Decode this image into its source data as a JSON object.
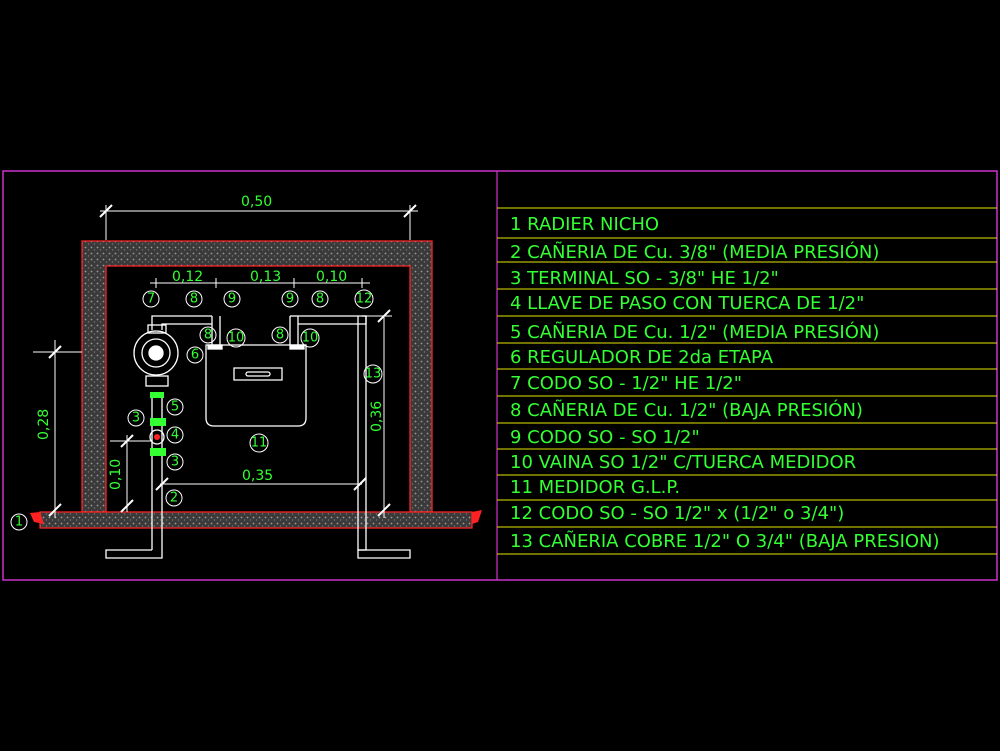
{
  "colors": {
    "background": "#000000",
    "frame": "#cc33cc",
    "table_lines": "#e6e600",
    "text": "#33ff33",
    "wall_outline": "#ff2222",
    "wall_fill": "#555555",
    "piping": "#ffffff"
  },
  "dimensions": {
    "overall_width": "0,50",
    "segment_1": "0,12",
    "segment_2": "0,13",
    "segment_3": "0,10",
    "height_left": "0,28",
    "height_right": "0,36",
    "height_low": "0,10",
    "bottom_width": "0,35"
  },
  "callouts": {
    "c1": "1",
    "c2": "2",
    "c3a": "3",
    "c3b": "3",
    "c4": "4",
    "c5": "5",
    "c6": "6",
    "c7": "7",
    "c8a": "8",
    "c8b": "8",
    "c8c": "8",
    "c8d": "8",
    "c9a": "9",
    "c9b": "9",
    "c10a": "10",
    "c10b": "10",
    "c11": "11",
    "c12": "12",
    "c13": "13"
  },
  "legend": {
    "items": [
      "1 RADIER NICHO",
      "2 CAÑERIA DE Cu. 3/8\" (MEDIA PRESIÓN)",
      "3 TERMINAL SO - 3/8\" HE 1/2\"",
      "4 LLAVE DE PASO CON TUERCA DE 1/2\"",
      "5 CAÑERIA DE Cu. 1/2\" (MEDIA PRESIÓN)",
      "6 REGULADOR DE 2da ETAPA",
      "7 CODO SO - 1/2\" HE 1/2\"",
      "8 CAÑERIA DE Cu. 1/2\" (BAJA PRESIÓN)",
      "9 CODO SO - SO 1/2\"",
      "10 VAINA SO 1/2\" C/TUERCA MEDIDOR",
      "11 MEDIDOR G.L.P.",
      "12 CODO SO - SO 1/2\" x (1/2\" o 3/4\")",
      "13 CAÑERIA COBRE 1/2\" O 3/4\" (BAJA PRESION)"
    ]
  }
}
